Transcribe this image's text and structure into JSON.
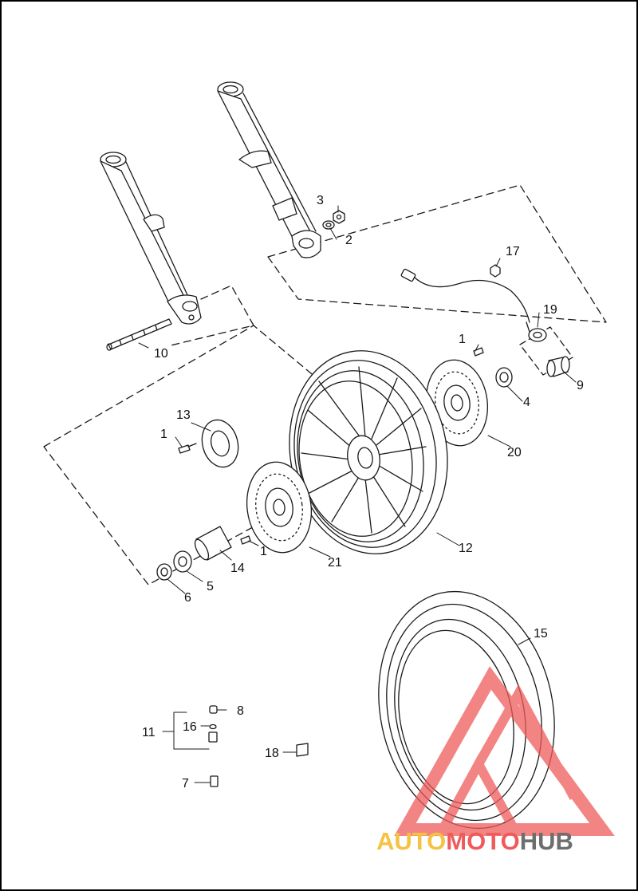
{
  "callouts": {
    "c1a": "1",
    "c1b": "1",
    "c1c": "1",
    "c2": "2",
    "c3": "3",
    "c4": "4",
    "c5": "5",
    "c6": "6",
    "c7": "7",
    "c8": "8",
    "c9": "9",
    "c10": "10",
    "c11": "11",
    "c12": "12",
    "c13": "13",
    "c14": "14",
    "c15": "15",
    "c16": "16",
    "c17": "17",
    "c18": "18",
    "c19": "19",
    "c20": "20",
    "c21": "21"
  },
  "watermark": {
    "brand_auto": "AUTO",
    "brand_moto": "MOTO",
    "brand_hub": "HUB",
    "colors": {
      "auto": "#f5c242",
      "moto": "#ef5b5b",
      "hub": "#6e6e6e"
    }
  },
  "colors": {
    "line": "#1a1a1a",
    "border": "#000000",
    "background": "#ffffff"
  }
}
